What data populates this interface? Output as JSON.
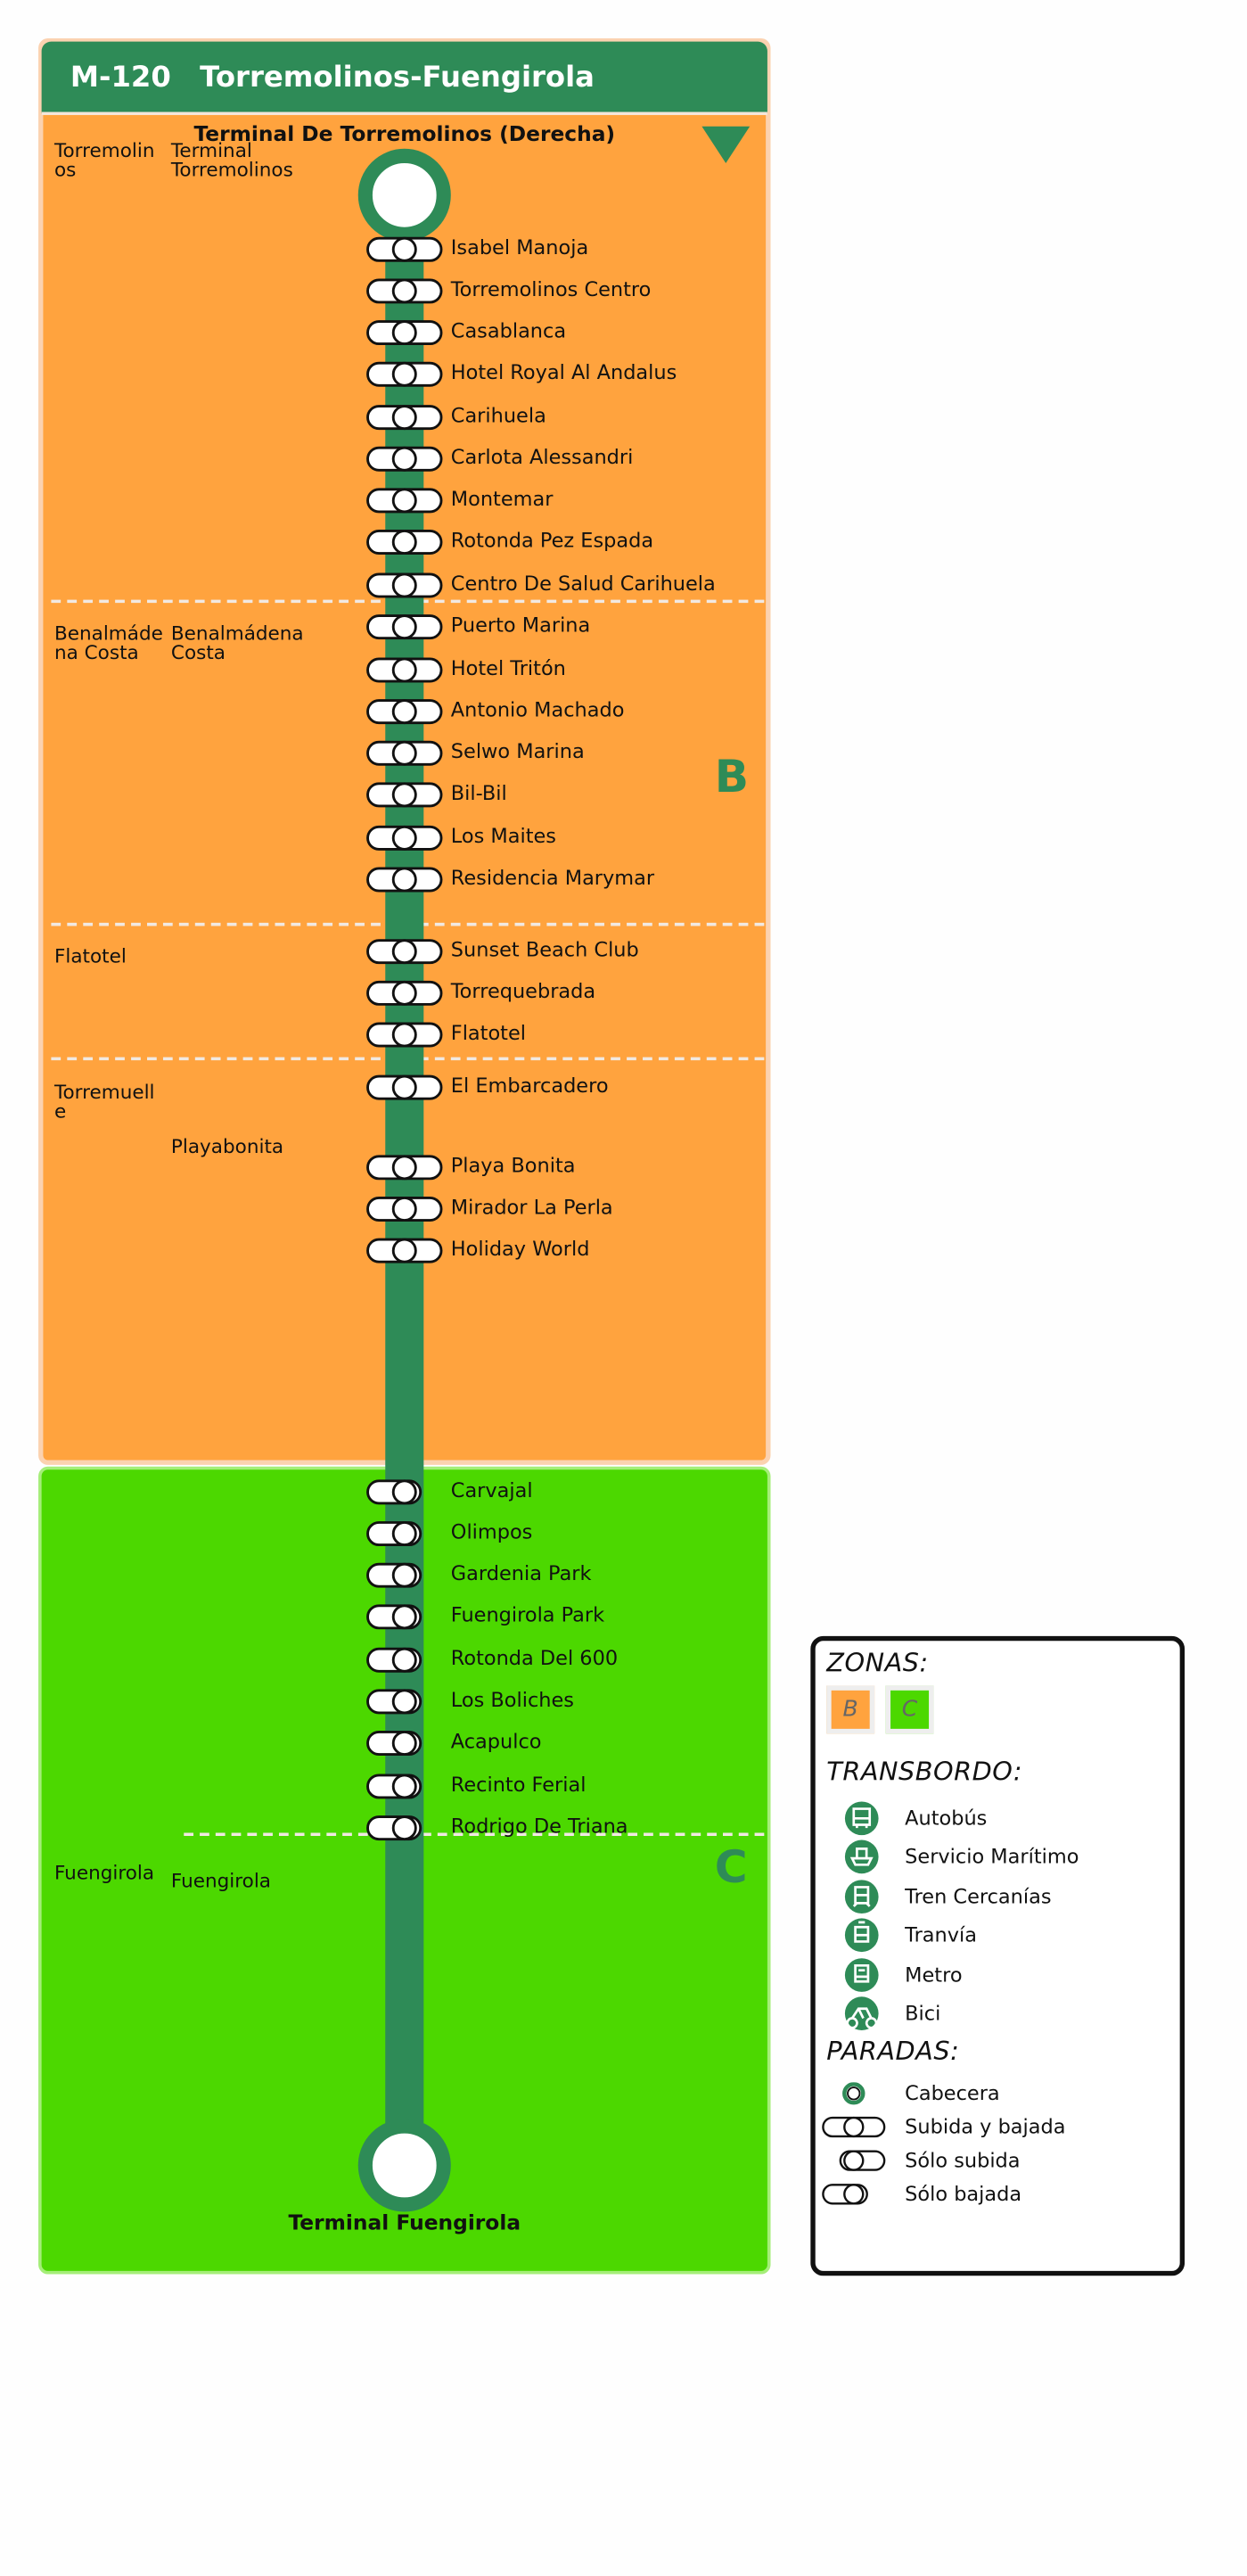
{
  "header": {
    "line_code": "M-120",
    "line_name": "Torremolinos-Fuengirola",
    "color": "#2e8b57"
  },
  "terminals": {
    "origin": "Terminal De Torremolinos (Derecha)",
    "destination": "Terminal Fuengirola"
  },
  "zones": [
    {
      "letter": "B",
      "color": "#ffa33e"
    },
    {
      "letter": "C",
      "color": "#4cd800"
    }
  ],
  "municipalities": [
    {
      "name": "Torremolinos",
      "locality": "Terminal Torremolinos"
    },
    {
      "name": "Benalmádena Costa",
      "locality": "Benalmádena Costa"
    },
    {
      "name": "Flatotel",
      "locality": ""
    },
    {
      "name": "Torremuelle",
      "locality": "Playabonita"
    },
    {
      "name": "Fuengirola",
      "locality": "Fuengirola"
    }
  ],
  "stops": [
    {
      "name": "Isabel Manoja",
      "type": "both"
    },
    {
      "name": "Torremolinos Centro",
      "type": "both"
    },
    {
      "name": "Casablanca",
      "type": "both"
    },
    {
      "name": "Hotel Royal Al Andalus",
      "type": "both"
    },
    {
      "name": "Carihuela",
      "type": "both"
    },
    {
      "name": "Carlota Alessandri",
      "type": "both"
    },
    {
      "name": "Montemar",
      "type": "both"
    },
    {
      "name": "Rotonda Pez Espada",
      "type": "both"
    },
    {
      "name": "Centro De Salud Carihuela",
      "type": "both"
    },
    {
      "name": "Puerto Marina",
      "type": "both"
    },
    {
      "name": "Hotel Tritón",
      "type": "both"
    },
    {
      "name": "Antonio Machado",
      "type": "both"
    },
    {
      "name": "Selwo Marina",
      "type": "both"
    },
    {
      "name": "Bil-Bil",
      "type": "both"
    },
    {
      "name": "Los Maites",
      "type": "both"
    },
    {
      "name": "Residencia Marymar",
      "type": "both"
    },
    {
      "name": "Sunset Beach Club",
      "type": "both"
    },
    {
      "name": "Torrequebrada",
      "type": "both"
    },
    {
      "name": "Flatotel",
      "type": "both"
    },
    {
      "name": "El Embarcadero",
      "type": "both"
    },
    {
      "name": "Playa Bonita",
      "type": "both"
    },
    {
      "name": "Mirador La Perla",
      "type": "both"
    },
    {
      "name": "Holiday World",
      "type": "both"
    },
    {
      "name": "Carvajal",
      "type": "alight"
    },
    {
      "name": "Olimpos",
      "type": "alight"
    },
    {
      "name": "Gardenia Park",
      "type": "alight"
    },
    {
      "name": "Fuengirola Park",
      "type": "alight"
    },
    {
      "name": "Rotonda Del 600",
      "type": "alight"
    },
    {
      "name": "Los Boliches",
      "type": "alight"
    },
    {
      "name": "Acapulco",
      "type": "alight"
    },
    {
      "name": "Recinto Ferial",
      "type": "alight"
    },
    {
      "name": "Rodrigo De Triana",
      "type": "alight"
    }
  ],
  "legend": {
    "zones_title": "ZONAS:",
    "zone_b": "B",
    "zone_c": "C",
    "transfer_title": "TRANSBORDO:",
    "transfers": [
      {
        "label": "Autobús",
        "icon": "bus-icon"
      },
      {
        "label": "Servicio Marítimo",
        "icon": "ferry-icon"
      },
      {
        "label": "Tren Cercanías",
        "icon": "train-icon"
      },
      {
        "label": "Tranvía",
        "icon": "tram-icon"
      },
      {
        "label": "Metro",
        "icon": "metro-icon"
      },
      {
        "label": "Bici",
        "icon": "bike-icon"
      }
    ],
    "stops_title": "PARADAS:",
    "stop_types": [
      {
        "label": "Cabecera",
        "type": "head"
      },
      {
        "label": "Subida y bajada",
        "type": "both"
      },
      {
        "label": "Sólo subida",
        "type": "board"
      },
      {
        "label": "Sólo bajada",
        "type": "alight"
      }
    ]
  }
}
